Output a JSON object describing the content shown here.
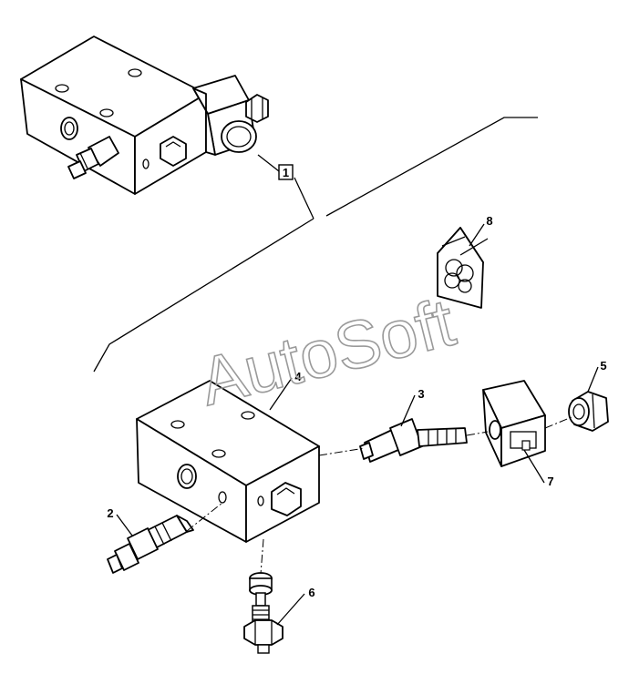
{
  "watermark": "AutoSoft",
  "callouts": {
    "assembly": "1",
    "p2": "2",
    "p3": "3",
    "p4": "4",
    "p5": "5",
    "p6": "6",
    "p7": "7",
    "p8": "8"
  }
}
